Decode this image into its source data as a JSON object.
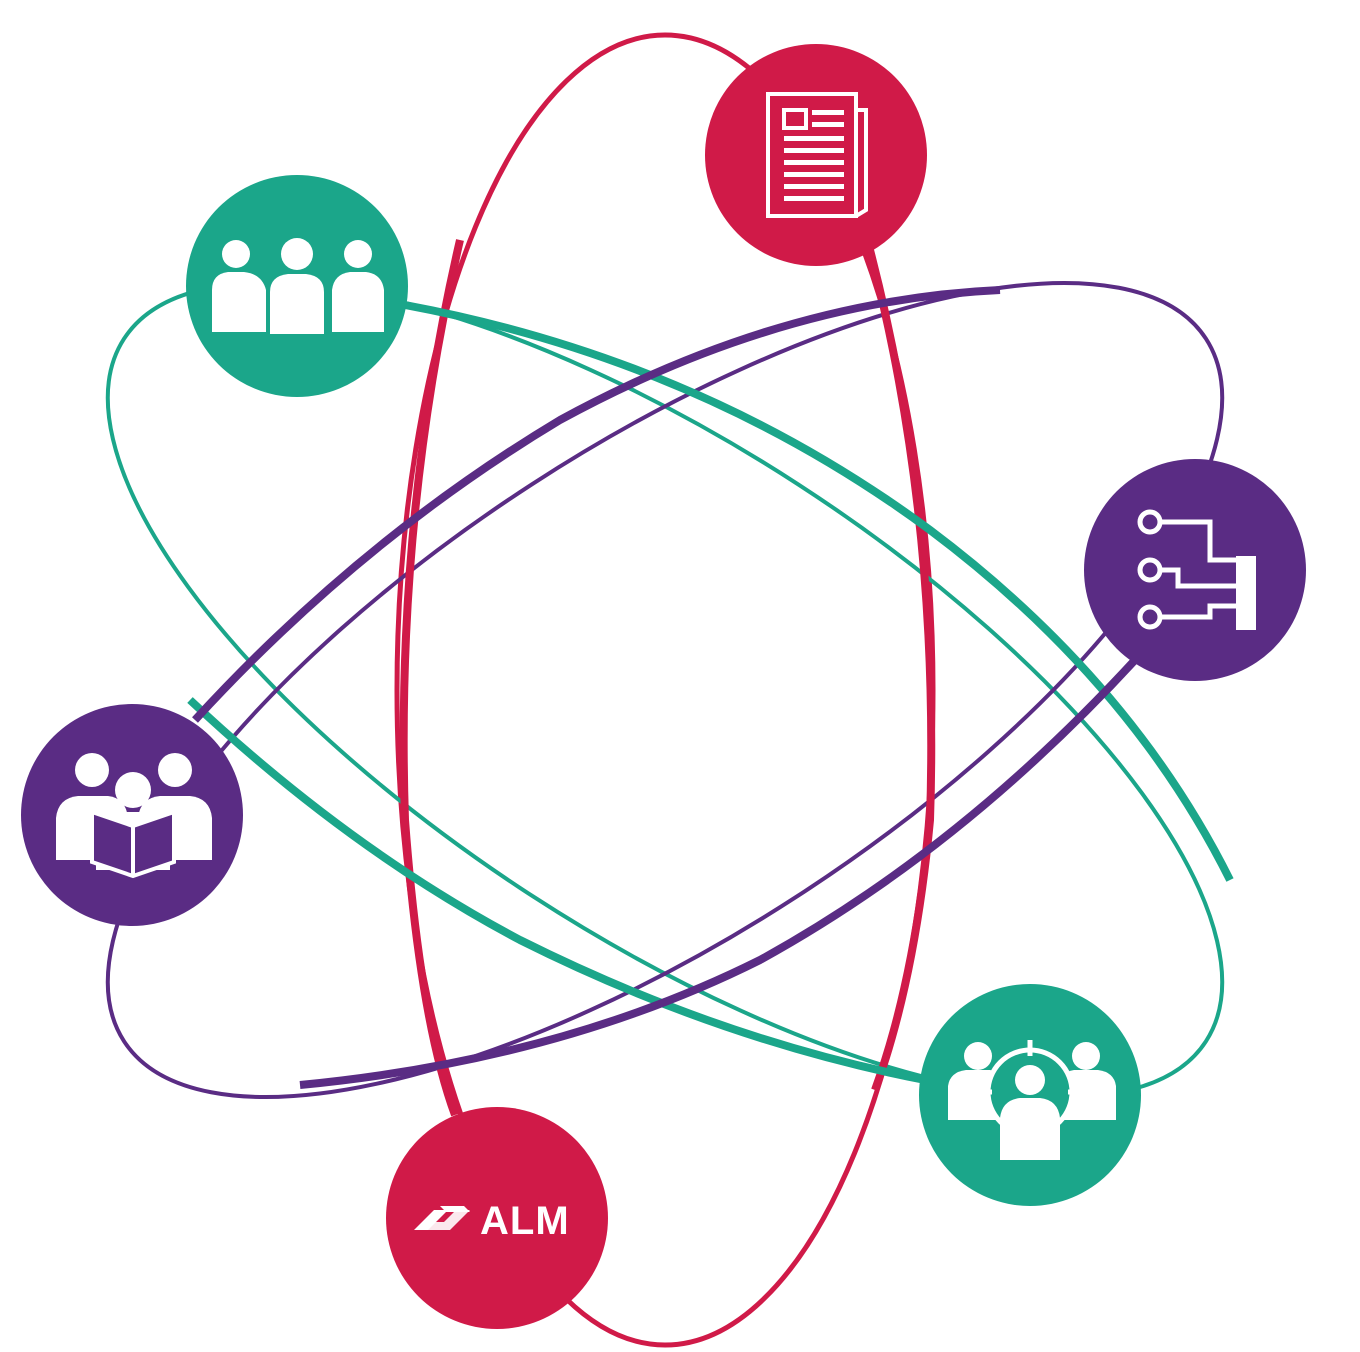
{
  "colors": {
    "red": "#D01A48",
    "teal": "#1BA68A",
    "purple": "#5A2C84",
    "white": "#FFFFFF"
  },
  "orbits": [
    {
      "name": "red-orbit",
      "color": "red"
    },
    {
      "name": "teal-orbit",
      "color": "teal"
    },
    {
      "name": "purple-orbit",
      "color": "purple"
    }
  ],
  "nodes": [
    {
      "name": "node-newspaper",
      "color": "red",
      "icon": "newspaper-icon"
    },
    {
      "name": "node-team",
      "color": "teal",
      "icon": "team-icon"
    },
    {
      "name": "node-network",
      "color": "purple",
      "icon": "network-icon"
    },
    {
      "name": "node-reading-group",
      "color": "purple",
      "icon": "reading-group-icon"
    },
    {
      "name": "node-target-audience",
      "color": "teal",
      "icon": "target-audience-icon"
    },
    {
      "name": "node-logo",
      "color": "red",
      "icon": "alm-logo-icon"
    }
  ],
  "logo": {
    "text": "ALM"
  }
}
